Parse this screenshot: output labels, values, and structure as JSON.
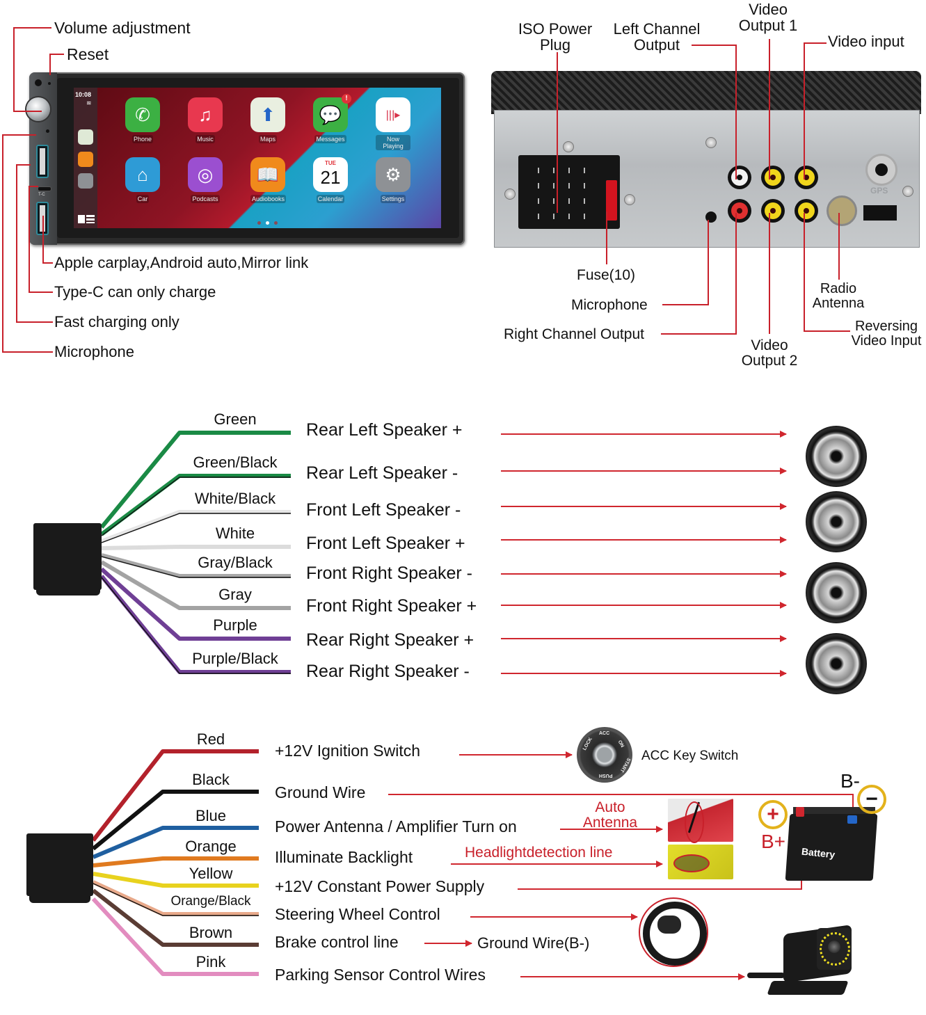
{
  "front_panel": {
    "callouts": [
      {
        "id": "volume",
        "label": "Volume adjustment"
      },
      {
        "id": "reset",
        "label": "Reset"
      },
      {
        "id": "usb_carplay",
        "label": "Apple carplay,Android auto,Mirror link"
      },
      {
        "id": "type_c",
        "label": "Type-C can only charge"
      },
      {
        "id": "usb_fast",
        "label": "Fast charging only"
      },
      {
        "id": "mic",
        "label": "Microphone"
      }
    ],
    "screen": {
      "time": "10:08",
      "apps": [
        {
          "label": "Phone",
          "color": "#3cb043",
          "icon": "phone-icon",
          "glyph": "✆"
        },
        {
          "label": "Music",
          "color": "#e8384f",
          "icon": "music-icon",
          "glyph": "♫"
        },
        {
          "label": "Maps",
          "color": "#e9efe0",
          "icon": "maps-icon",
          "glyph": "⬆"
        },
        {
          "label": "Messages",
          "color": "#3cb043",
          "icon": "messages-icon",
          "glyph": "💬",
          "badge": "!"
        },
        {
          "label": "Now Playing",
          "color": "#ffffff",
          "icon": "now-playing-icon",
          "glyph": "|||▸"
        },
        {
          "label": "Car",
          "color": "#2e9bd6",
          "icon": "car-home-icon",
          "glyph": "⌂"
        },
        {
          "label": "Podcasts",
          "color": "#9b4fd0",
          "icon": "podcasts-icon",
          "glyph": "◎"
        },
        {
          "label": "Audiobooks",
          "color": "#f08a1c",
          "icon": "audiobooks-icon",
          "glyph": "📖"
        },
        {
          "label": "Calendar",
          "color": "#ffffff",
          "icon": "calendar-icon",
          "day": "TUE",
          "date": "21"
        },
        {
          "label": "Settings",
          "color": "#8e9195",
          "icon": "settings-icon",
          "glyph": "⚙"
        }
      ],
      "page_count": 3,
      "active_page": 2
    },
    "port_labels": {
      "tc": "T-C"
    }
  },
  "rear_panel": {
    "top_callouts": [
      {
        "id": "iso",
        "label": "ISO Power\nPlug"
      },
      {
        "id": "left_out",
        "label": "Left Channel\nOutput"
      },
      {
        "id": "video_out1",
        "label": "Video\nOutput 1"
      },
      {
        "id": "video_in",
        "label": "Video input"
      }
    ],
    "bottom_callouts": [
      {
        "id": "fuse",
        "label": "Fuse(10)"
      },
      {
        "id": "mic",
        "label": "Microphone"
      },
      {
        "id": "right_out",
        "label": "Right Channel Output"
      },
      {
        "id": "video_out2",
        "label": "Video\nOutput 2"
      },
      {
        "id": "radio_ant",
        "label": "Radio\nAntenna"
      },
      {
        "id": "rev_video",
        "label": "Reversing\nVideo Input"
      }
    ],
    "gps_label": "GPS"
  },
  "speaker_wiring": {
    "wires": [
      {
        "color_name": "Green",
        "color": "#1a8a45",
        "stripe": null,
        "function": "Rear Left Speaker +"
      },
      {
        "color_name": "Green/Black",
        "color": "#1a8a45",
        "stripe": "#111111",
        "function": "Rear Left Speaker -"
      },
      {
        "color_name": "White/Black",
        "color": "#e6e6e6",
        "stripe": "#111111",
        "function": "Front Left Speaker -"
      },
      {
        "color_name": "White",
        "color": "#dcdcdc",
        "stripe": null,
        "function": "Front Left Speaker +"
      },
      {
        "color_name": "Gray/Black",
        "color": "#a8a8a8",
        "stripe": "#111111",
        "function": "Front Right Speaker -"
      },
      {
        "color_name": "Gray",
        "color": "#a3a3a3",
        "stripe": null,
        "function": "Front Right Speaker +"
      },
      {
        "color_name": "Purple",
        "color": "#6f3f95",
        "stripe": null,
        "function": "Rear Right Speaker +"
      },
      {
        "color_name": "Purple/Black",
        "color": "#6f3f95",
        "stripe": "#111111",
        "function": "Rear Right Speaker -"
      }
    ],
    "speaker_count": 4
  },
  "power_wiring": {
    "wires": [
      {
        "color_name": "Red",
        "color": "#b3212b",
        "stripe": null,
        "function": "+12V Ignition Switch"
      },
      {
        "color_name": "Black",
        "color": "#111111",
        "stripe": null,
        "function": "Ground Wire"
      },
      {
        "color_name": "Blue",
        "color": "#1f5fa0",
        "stripe": null,
        "function": "Power Antenna / Amplifier Turn on"
      },
      {
        "color_name": "Orange",
        "color": "#e07a1f",
        "stripe": null,
        "function": "Illuminate Backlight"
      },
      {
        "color_name": "Yellow",
        "color": "#e8d21e",
        "stripe": null,
        "function": "+12V Constant Power Supply"
      },
      {
        "color_name": "Orange/Black",
        "color": "#e8a98a",
        "stripe": "#111111",
        "function": "Steering Wheel Control"
      },
      {
        "color_name": "Brown",
        "color": "#5a3c34",
        "stripe": null,
        "function": "Brake control line"
      },
      {
        "color_name": "Pink",
        "color": "#e28cbf",
        "stripe": null,
        "function": "Parking Sensor Control Wires"
      }
    ],
    "targets": {
      "acc_key_switch": "ACC Key Switch",
      "acc_ring_text": [
        "LOCK",
        "ACC",
        "ON",
        "START",
        "PUSH"
      ],
      "auto_antenna": "Auto\nAntenna",
      "headlight_line": "Headlightdetection line",
      "brake_ground": "Ground Wire(B-)",
      "battery_label": "Battery",
      "b_minus": "B-",
      "b_plus": "B+",
      "plus_sign": "+",
      "minus_sign": "−"
    }
  },
  "colors": {
    "callout_red": "#c8202a",
    "arrow_red": "#d0262e",
    "terminal_yellow": "#e3b21c"
  }
}
